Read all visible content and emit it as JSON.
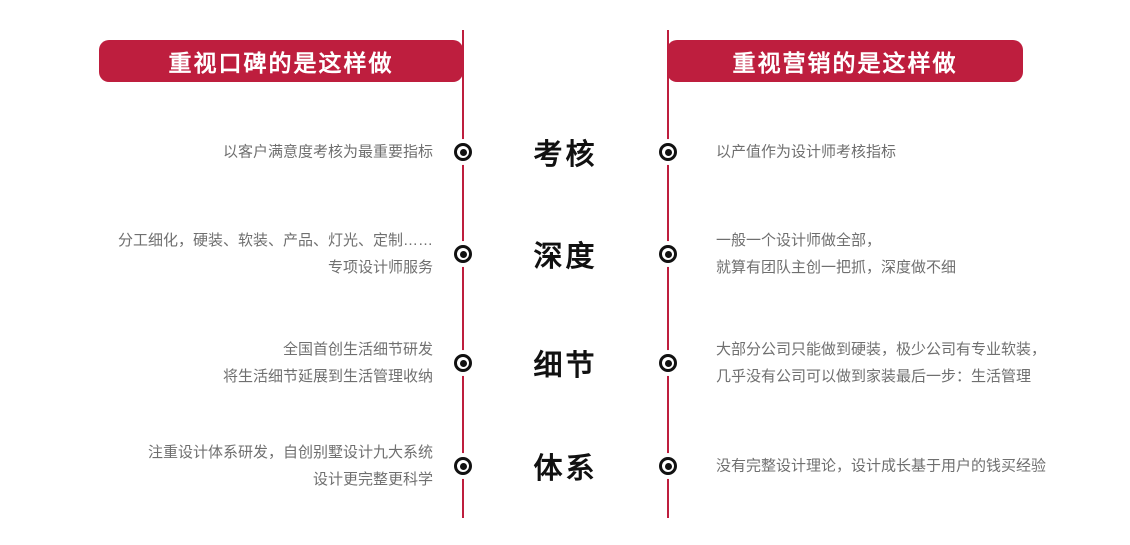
{
  "colors": {
    "accent_red": "#be1e3e",
    "label_black": "#111111",
    "note_gray": "#6f6f6f",
    "background": "#ffffff"
  },
  "headers": {
    "left_title": "重视口碑的是这样做",
    "right_title": "重视营销的是这样做"
  },
  "rows": [
    {
      "label": "考核",
      "left_lines": [
        "以客户满意度考核为最重要指标"
      ],
      "right_lines": [
        "以产值作为设计师考核指标"
      ]
    },
    {
      "label": "深度",
      "left_lines": [
        "分工细化，硬装、软装、产品、灯光、定制……",
        "专项设计师服务"
      ],
      "right_lines": [
        "一般一个设计师做全部，",
        "就算有团队主创一把抓，深度做不细"
      ]
    },
    {
      "label": "细节",
      "left_lines": [
        "全国首创生活细节研发",
        "将生活细节延展到生活管理收纳"
      ],
      "right_lines": [
        "大部分公司只能做到硬装，极少公司有专业软装，",
        "几乎没有公司可以做到家装最后一步：生活管理"
      ]
    },
    {
      "label": "体系",
      "left_lines": [
        "注重设计体系研发，自创别墅设计九大系统",
        "设计更完整更科学"
      ],
      "right_lines": [
        "没有完整设计理论，设计成长基于用户的钱买经验"
      ]
    }
  ]
}
